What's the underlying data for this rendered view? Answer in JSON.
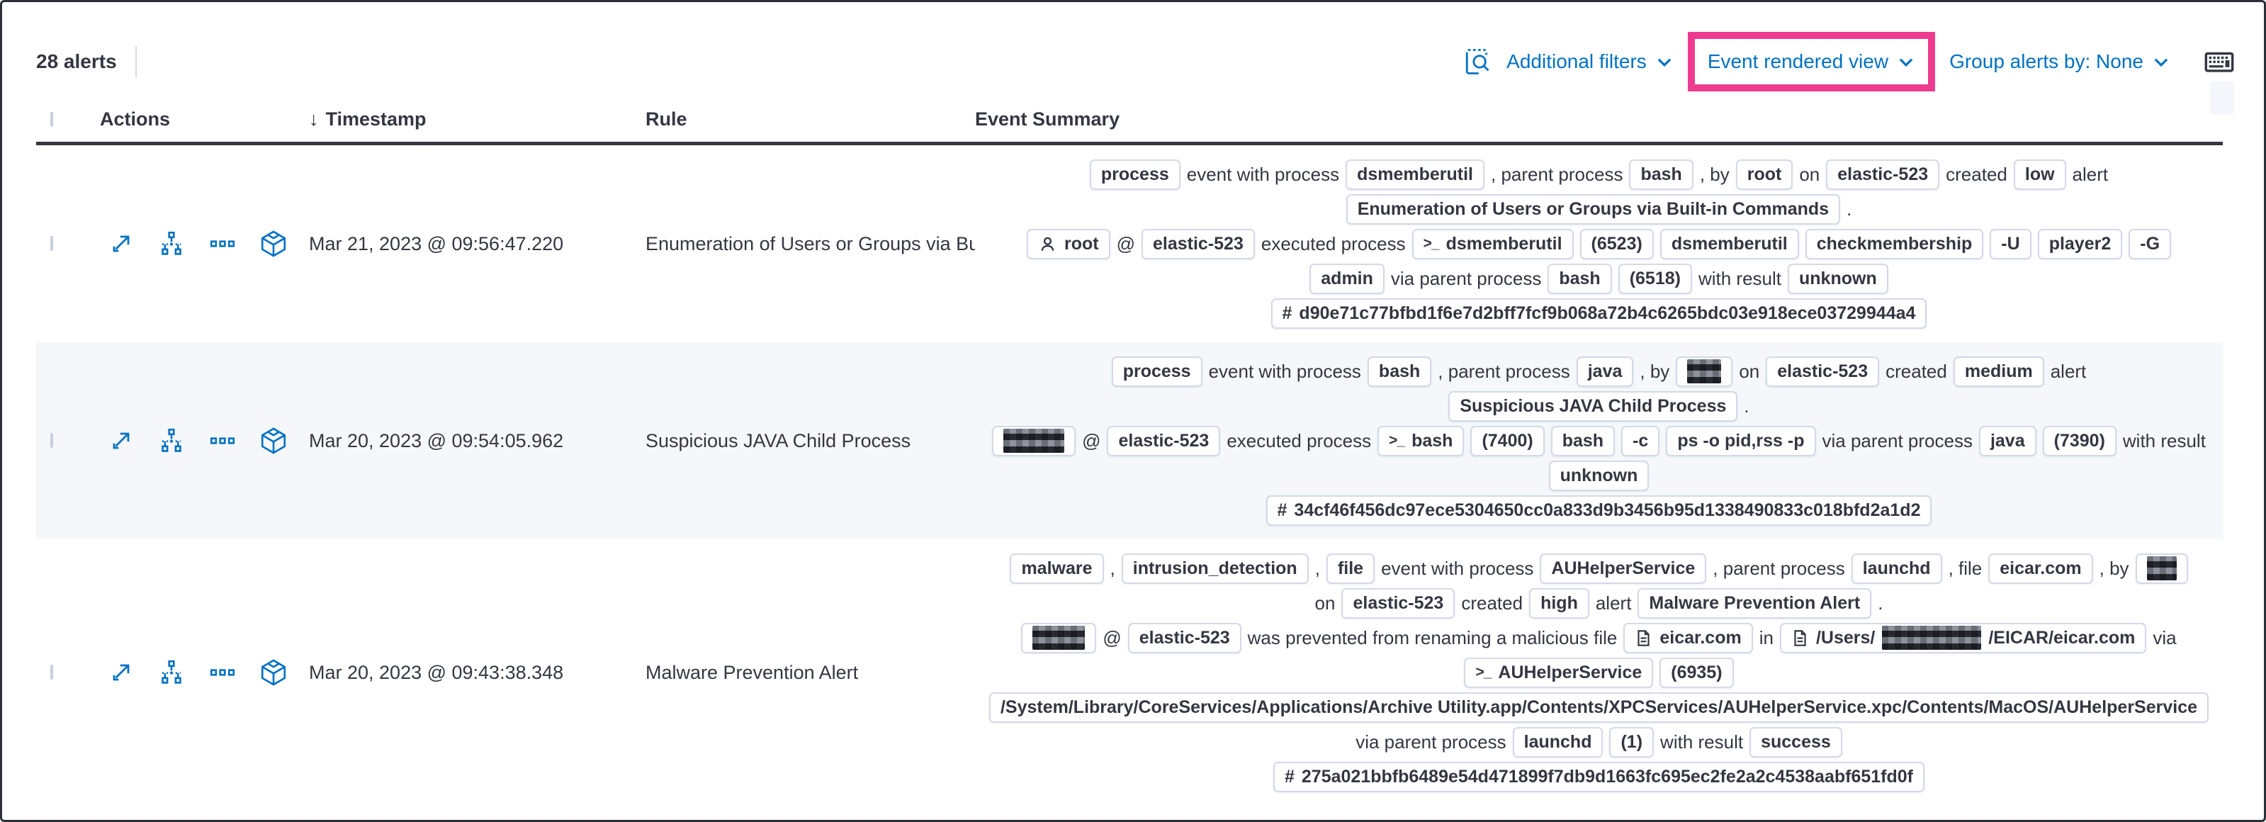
{
  "toolbar": {
    "alert_count": "28 alerts",
    "additional_filters": "Additional filters",
    "view_selector": "Event rendered view",
    "group_alerts": "Group alerts by: None",
    "link_color": "#0071c2",
    "highlight_color": "#ed3c90",
    "icons": [
      "inspect-icon",
      "chevron-down-icon",
      "keyboard-shortcuts-icon"
    ]
  },
  "table": {
    "headers": {
      "actions": "Actions",
      "timestamp": "Timestamp",
      "rule": "Rule",
      "summary": "Event Summary"
    },
    "action_icons": [
      "expand-alert-icon",
      "analyze-event-icon",
      "more-actions-icon",
      "session-view-icon"
    ],
    "rows": [
      {
        "striped": false,
        "timestamp": "Mar 21, 2023 @ 09:56:47.220",
        "rule": "Enumeration of Users or Groups via Bui",
        "summary": [
          [
            {
              "k": "badge",
              "v": "process"
            },
            {
              "k": "text",
              "v": "event with process"
            },
            {
              "k": "badge",
              "v": "dsmemberutil"
            },
            {
              "k": "text",
              "v": ", parent process"
            },
            {
              "k": "badge",
              "v": "bash"
            },
            {
              "k": "text",
              "v": ", by"
            },
            {
              "k": "badge",
              "v": "root"
            },
            {
              "k": "text",
              "v": "on"
            },
            {
              "k": "badge",
              "v": "elastic-523"
            },
            {
              "k": "text",
              "v": "created"
            },
            {
              "k": "badge",
              "v": "low"
            },
            {
              "k": "text",
              "v": "alert"
            }
          ],
          [
            {
              "k": "badge",
              "v": "Enumeration of Users or Groups via Built-in Commands"
            },
            {
              "k": "text",
              "v": "."
            }
          ],
          [
            {
              "k": "badge",
              "v": "root",
              "icon": "user"
            },
            {
              "k": "text",
              "v": "@"
            },
            {
              "k": "badge",
              "v": "elastic-523"
            },
            {
              "k": "text",
              "v": "executed process"
            },
            {
              "k": "badge",
              "v": "dsmemberutil",
              "icon": "terminal"
            },
            {
              "k": "badge",
              "v": "(6523)"
            },
            {
              "k": "badge",
              "v": "dsmemberutil"
            },
            {
              "k": "badge",
              "v": "checkmembership"
            },
            {
              "k": "badge",
              "v": "-U"
            },
            {
              "k": "badge",
              "v": "player2"
            },
            {
              "k": "badge",
              "v": "-G"
            }
          ],
          [
            {
              "k": "badge",
              "v": "admin"
            },
            {
              "k": "text",
              "v": "via parent process"
            },
            {
              "k": "badge",
              "v": "bash"
            },
            {
              "k": "badge",
              "v": "(6518)"
            },
            {
              "k": "text",
              "v": "with result"
            },
            {
              "k": "badge",
              "v": "unknown"
            }
          ],
          [
            {
              "k": "badge",
              "v": "d90e71c77bfbd1f6e7d2bff7fcf9b068a72b4c6265bdc03e918ece03729944a4",
              "icon": "hash"
            }
          ]
        ]
      },
      {
        "striped": true,
        "timestamp": "Mar 20, 2023 @ 09:54:05.962",
        "rule": "Suspicious JAVA Child Process",
        "summary": [
          [
            {
              "k": "badge",
              "v": "process"
            },
            {
              "k": "text",
              "v": "event with process"
            },
            {
              "k": "badge",
              "v": "bash"
            },
            {
              "k": "text",
              "v": ", parent process"
            },
            {
              "k": "badge",
              "v": "java"
            },
            {
              "k": "text",
              "v": ", by"
            },
            {
              "k": "badge",
              "redact": 48
            },
            {
              "k": "text",
              "v": "on"
            },
            {
              "k": "badge",
              "v": "elastic-523"
            },
            {
              "k": "text",
              "v": "created"
            },
            {
              "k": "badge",
              "v": "medium"
            },
            {
              "k": "text",
              "v": "alert"
            }
          ],
          [
            {
              "k": "badge",
              "v": "Suspicious JAVA Child Process"
            },
            {
              "k": "text",
              "v": "."
            }
          ],
          [
            {
              "k": "badge",
              "redact": 86
            },
            {
              "k": "text",
              "v": "@"
            },
            {
              "k": "badge",
              "v": "elastic-523"
            },
            {
              "k": "text",
              "v": "executed process"
            },
            {
              "k": "badge",
              "v": "bash",
              "icon": "terminal"
            },
            {
              "k": "badge",
              "v": "(7400)"
            },
            {
              "k": "badge",
              "v": "bash"
            },
            {
              "k": "badge",
              "v": "-c"
            },
            {
              "k": "badge",
              "v": "ps -o pid,rss -p"
            },
            {
              "k": "text",
              "v": "via parent process"
            },
            {
              "k": "badge",
              "v": "java"
            },
            {
              "k": "badge",
              "v": "(7390)"
            },
            {
              "k": "text",
              "v": "with result"
            }
          ],
          [
            {
              "k": "badge",
              "v": "unknown"
            }
          ],
          [
            {
              "k": "badge",
              "v": "34cf46f456dc97ece5304650cc0a833d9b3456b95d1338490833c018bfd2a1d2",
              "icon": "hash"
            }
          ]
        ]
      },
      {
        "striped": false,
        "timestamp": "Mar 20, 2023 @ 09:43:38.348",
        "rule": "Malware Prevention Alert",
        "summary": [
          [
            {
              "k": "badge",
              "v": "malware"
            },
            {
              "k": "text",
              "v": ","
            },
            {
              "k": "badge",
              "v": "intrusion_detection"
            },
            {
              "k": "text",
              "v": ","
            },
            {
              "k": "badge",
              "v": "file"
            },
            {
              "k": "text",
              "v": "event with process"
            },
            {
              "k": "badge",
              "v": "AUHelperService"
            },
            {
              "k": "text",
              "v": ", parent process"
            },
            {
              "k": "badge",
              "v": "launchd"
            },
            {
              "k": "text",
              "v": ", file"
            },
            {
              "k": "badge",
              "v": "eicar.com"
            },
            {
              "k": "text",
              "v": ", by"
            },
            {
              "k": "badge",
              "redact": 42
            }
          ],
          [
            {
              "k": "text",
              "v": "on"
            },
            {
              "k": "badge",
              "v": "elastic-523"
            },
            {
              "k": "text",
              "v": "created"
            },
            {
              "k": "badge",
              "v": "high"
            },
            {
              "k": "text",
              "v": "alert"
            },
            {
              "k": "badge",
              "v": "Malware Prevention Alert"
            },
            {
              "k": "text",
              "v": "."
            }
          ],
          [
            {
              "k": "badge",
              "redact": 74
            },
            {
              "k": "text",
              "v": "@"
            },
            {
              "k": "badge",
              "v": "elastic-523"
            },
            {
              "k": "text",
              "v": "was prevented from renaming a malicious file"
            },
            {
              "k": "badge",
              "v": "eicar.com",
              "icon": "file"
            },
            {
              "k": "text",
              "v": "in"
            },
            {
              "k": "badge",
              "icon": "file",
              "parts": [
                {
                  "v": "/Users/"
                },
                {
                  "redact": 140
                },
                {
                  "v": "/EICAR/eicar.com"
                }
              ]
            },
            {
              "k": "text",
              "v": "via"
            }
          ],
          [
            {
              "k": "badge",
              "v": "AUHelperService",
              "icon": "terminal"
            },
            {
              "k": "badge",
              "v": "(6935)"
            }
          ],
          [
            {
              "k": "badge",
              "v": "/System/Library/CoreServices/Applications/Archive Utility.app/Contents/XPCServices/AUHelperService.xpc/Contents/MacOS/AUHelperService"
            }
          ],
          [
            {
              "k": "text",
              "v": "via parent process"
            },
            {
              "k": "badge",
              "v": "launchd"
            },
            {
              "k": "badge",
              "v": "(1)"
            },
            {
              "k": "text",
              "v": "with result"
            },
            {
              "k": "badge",
              "v": "success"
            }
          ],
          [
            {
              "k": "badge",
              "v": "275a021bbfb6489e54d471899f7db9d1663fc695ec2fe2a2c4538aabf651fd0f",
              "icon": "hash"
            }
          ]
        ]
      }
    ]
  }
}
